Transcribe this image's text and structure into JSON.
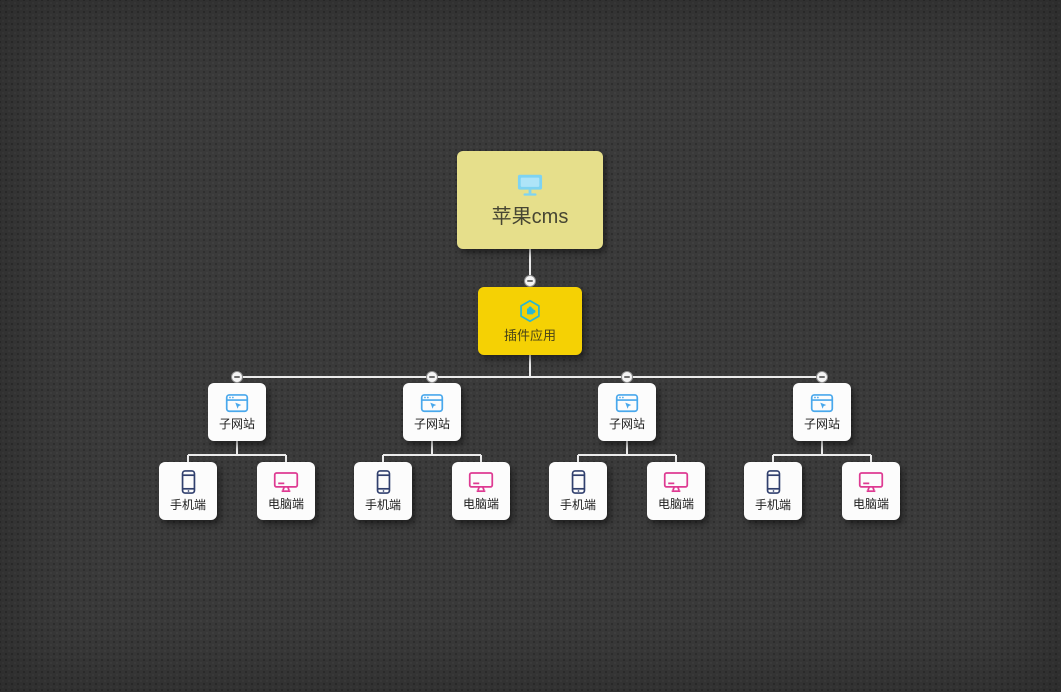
{
  "canvas": {
    "background_color": "#3a3a3a",
    "connector_color": "#ebebeb"
  },
  "handles": {
    "symbol": "minus",
    "count": 5
  },
  "tree": {
    "root": {
      "label": "苹果cms",
      "icon": "monitor-icon",
      "bg_color": "#e6df8b",
      "icon_color": "#7ed3f2"
    },
    "plugin": {
      "label": "插件应用",
      "icon": "plugin-hexagon-icon",
      "bg_color": "#f5d104",
      "icon_color": "#2bb7d0"
    },
    "subsites": [
      {
        "label": "子网站",
        "icon": "browser-window-icon",
        "icon_color": "#49a8ec",
        "children": [
          {
            "label": "手机端",
            "icon": "smartphone-icon",
            "icon_color": "#31406e"
          },
          {
            "label": "电脑端",
            "icon": "desktop-monitor-icon",
            "icon_color": "#de3a92"
          }
        ]
      },
      {
        "label": "子网站",
        "icon": "browser-window-icon",
        "icon_color": "#49a8ec",
        "children": [
          {
            "label": "手机端",
            "icon": "smartphone-icon",
            "icon_color": "#31406e"
          },
          {
            "label": "电脑端",
            "icon": "desktop-monitor-icon",
            "icon_color": "#de3a92"
          }
        ]
      },
      {
        "label": "子网站",
        "icon": "browser-window-icon",
        "icon_color": "#49a8ec",
        "children": [
          {
            "label": "手机端",
            "icon": "smartphone-icon",
            "icon_color": "#31406e"
          },
          {
            "label": "电脑端",
            "icon": "desktop-monitor-icon",
            "icon_color": "#de3a92"
          }
        ]
      },
      {
        "label": "子网站",
        "icon": "browser-window-icon",
        "icon_color": "#49a8ec",
        "children": [
          {
            "label": "手机端",
            "icon": "smartphone-icon",
            "icon_color": "#31406e"
          },
          {
            "label": "电脑端",
            "icon": "desktop-monitor-icon",
            "icon_color": "#de3a92"
          }
        ]
      }
    ]
  }
}
